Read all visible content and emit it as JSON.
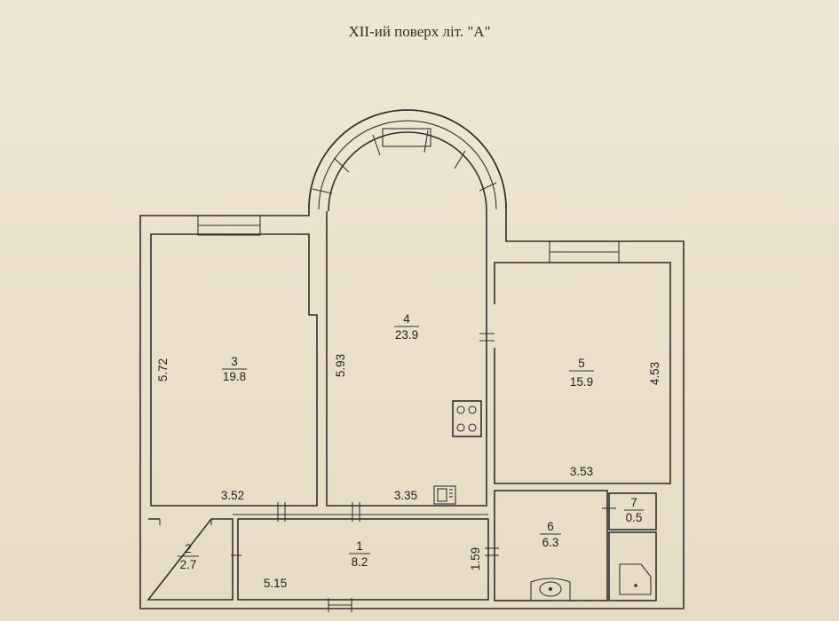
{
  "title": "XII-ий поверх літ. \"А\"",
  "rooms": [
    {
      "number": "1",
      "area": "8.2"
    },
    {
      "number": "2",
      "area": "2.7"
    },
    {
      "number": "3",
      "area": "19.8"
    },
    {
      "number": "4",
      "area": "23.9"
    },
    {
      "number": "5",
      "area": "15.9"
    },
    {
      "number": "6",
      "area": "6.3"
    },
    {
      "number": "7",
      "area": "0.5"
    }
  ],
  "dimensions": {
    "room3_height": "5.72",
    "room3_width": "3.52",
    "room4_height": "5.93",
    "room4_width": "3.35",
    "room5_height": "4.53",
    "room5_width": "3.53",
    "room1_height": "1.59",
    "room1_width": "5.15"
  }
}
